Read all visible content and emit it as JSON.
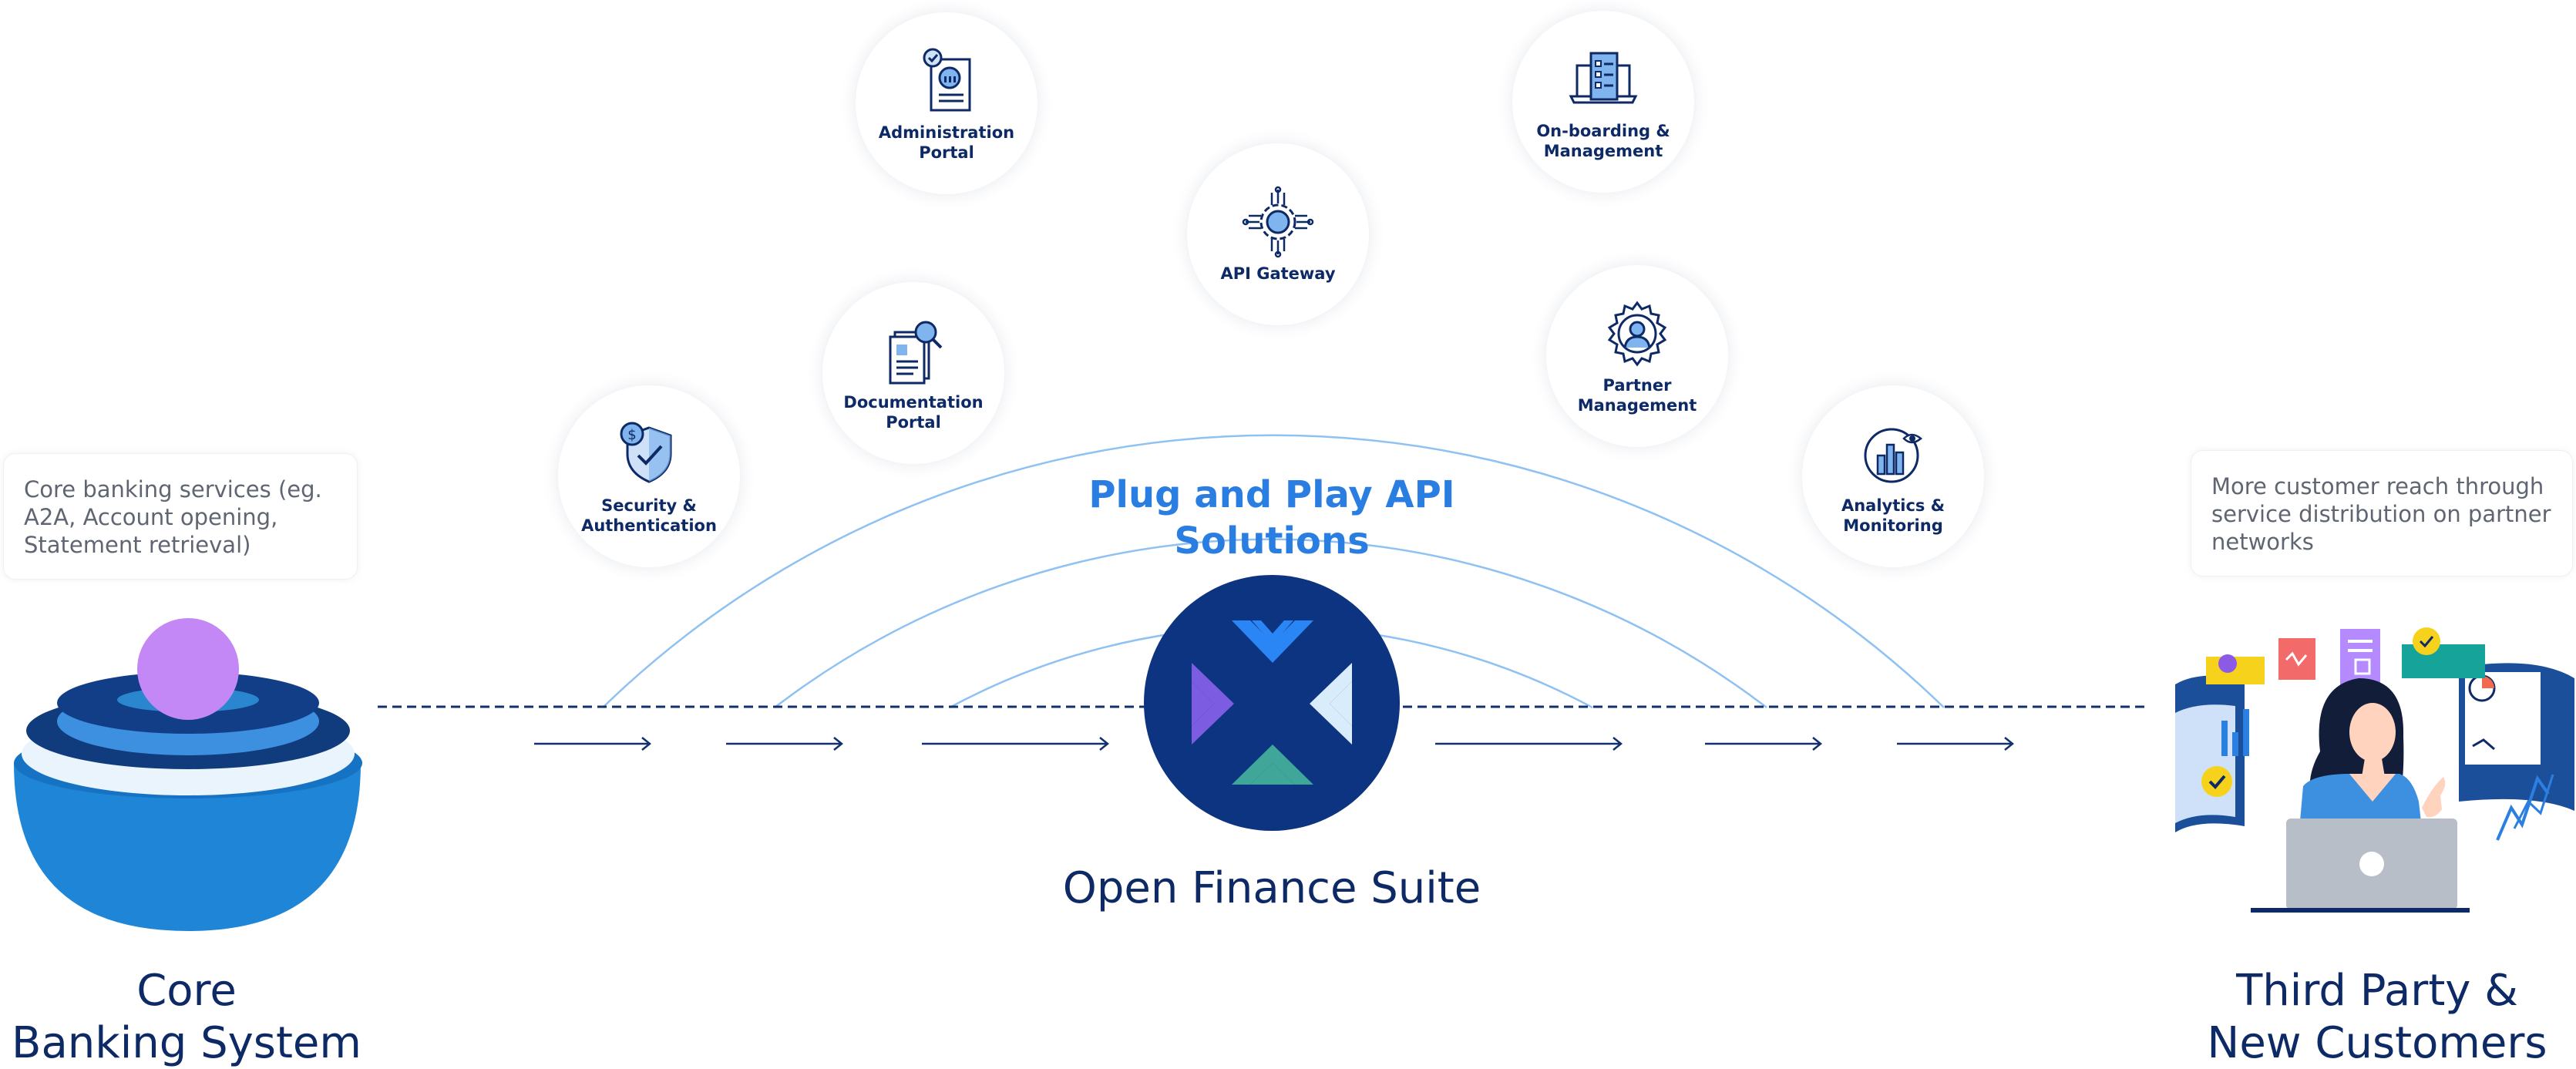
{
  "left": {
    "note": "Core banking services (eg.\nA2A, Account opening,\nStatement retrieval)",
    "title": "Core\nBanking System"
  },
  "right": {
    "note": "More customer reach through\nservice distribution on partner\nnetworks",
    "title": "Third Party &\nNew Customers"
  },
  "center": {
    "headline": "Plug and Play API\nSolutions",
    "suite": "Open Finance Suite"
  },
  "modules": {
    "security": "Security &\nAuthentication",
    "admin": "Administration\nPortal",
    "docs": "Documentation\nPortal",
    "gateway": "API Gateway",
    "onboarding": "On-boarding &\nManagement",
    "partner": "Partner\nManagement",
    "analytics": "Analytics &\nMonitoring"
  },
  "colors": {
    "navy": "#0d2a66",
    "accent_blue": "#2a7de1",
    "arc_blue": "#8fc1f2",
    "note_text": "#5f6672"
  },
  "icons": {
    "security": "shield-dollar-icon",
    "admin": "bank-document-icon",
    "docs": "document-search-icon",
    "gateway": "gear-network-icon",
    "onboarding": "laptop-checklist-icon",
    "partner": "gear-user-icon",
    "analytics": "bar-chart-eye-icon",
    "logo": "converging-arrows-logo"
  }
}
